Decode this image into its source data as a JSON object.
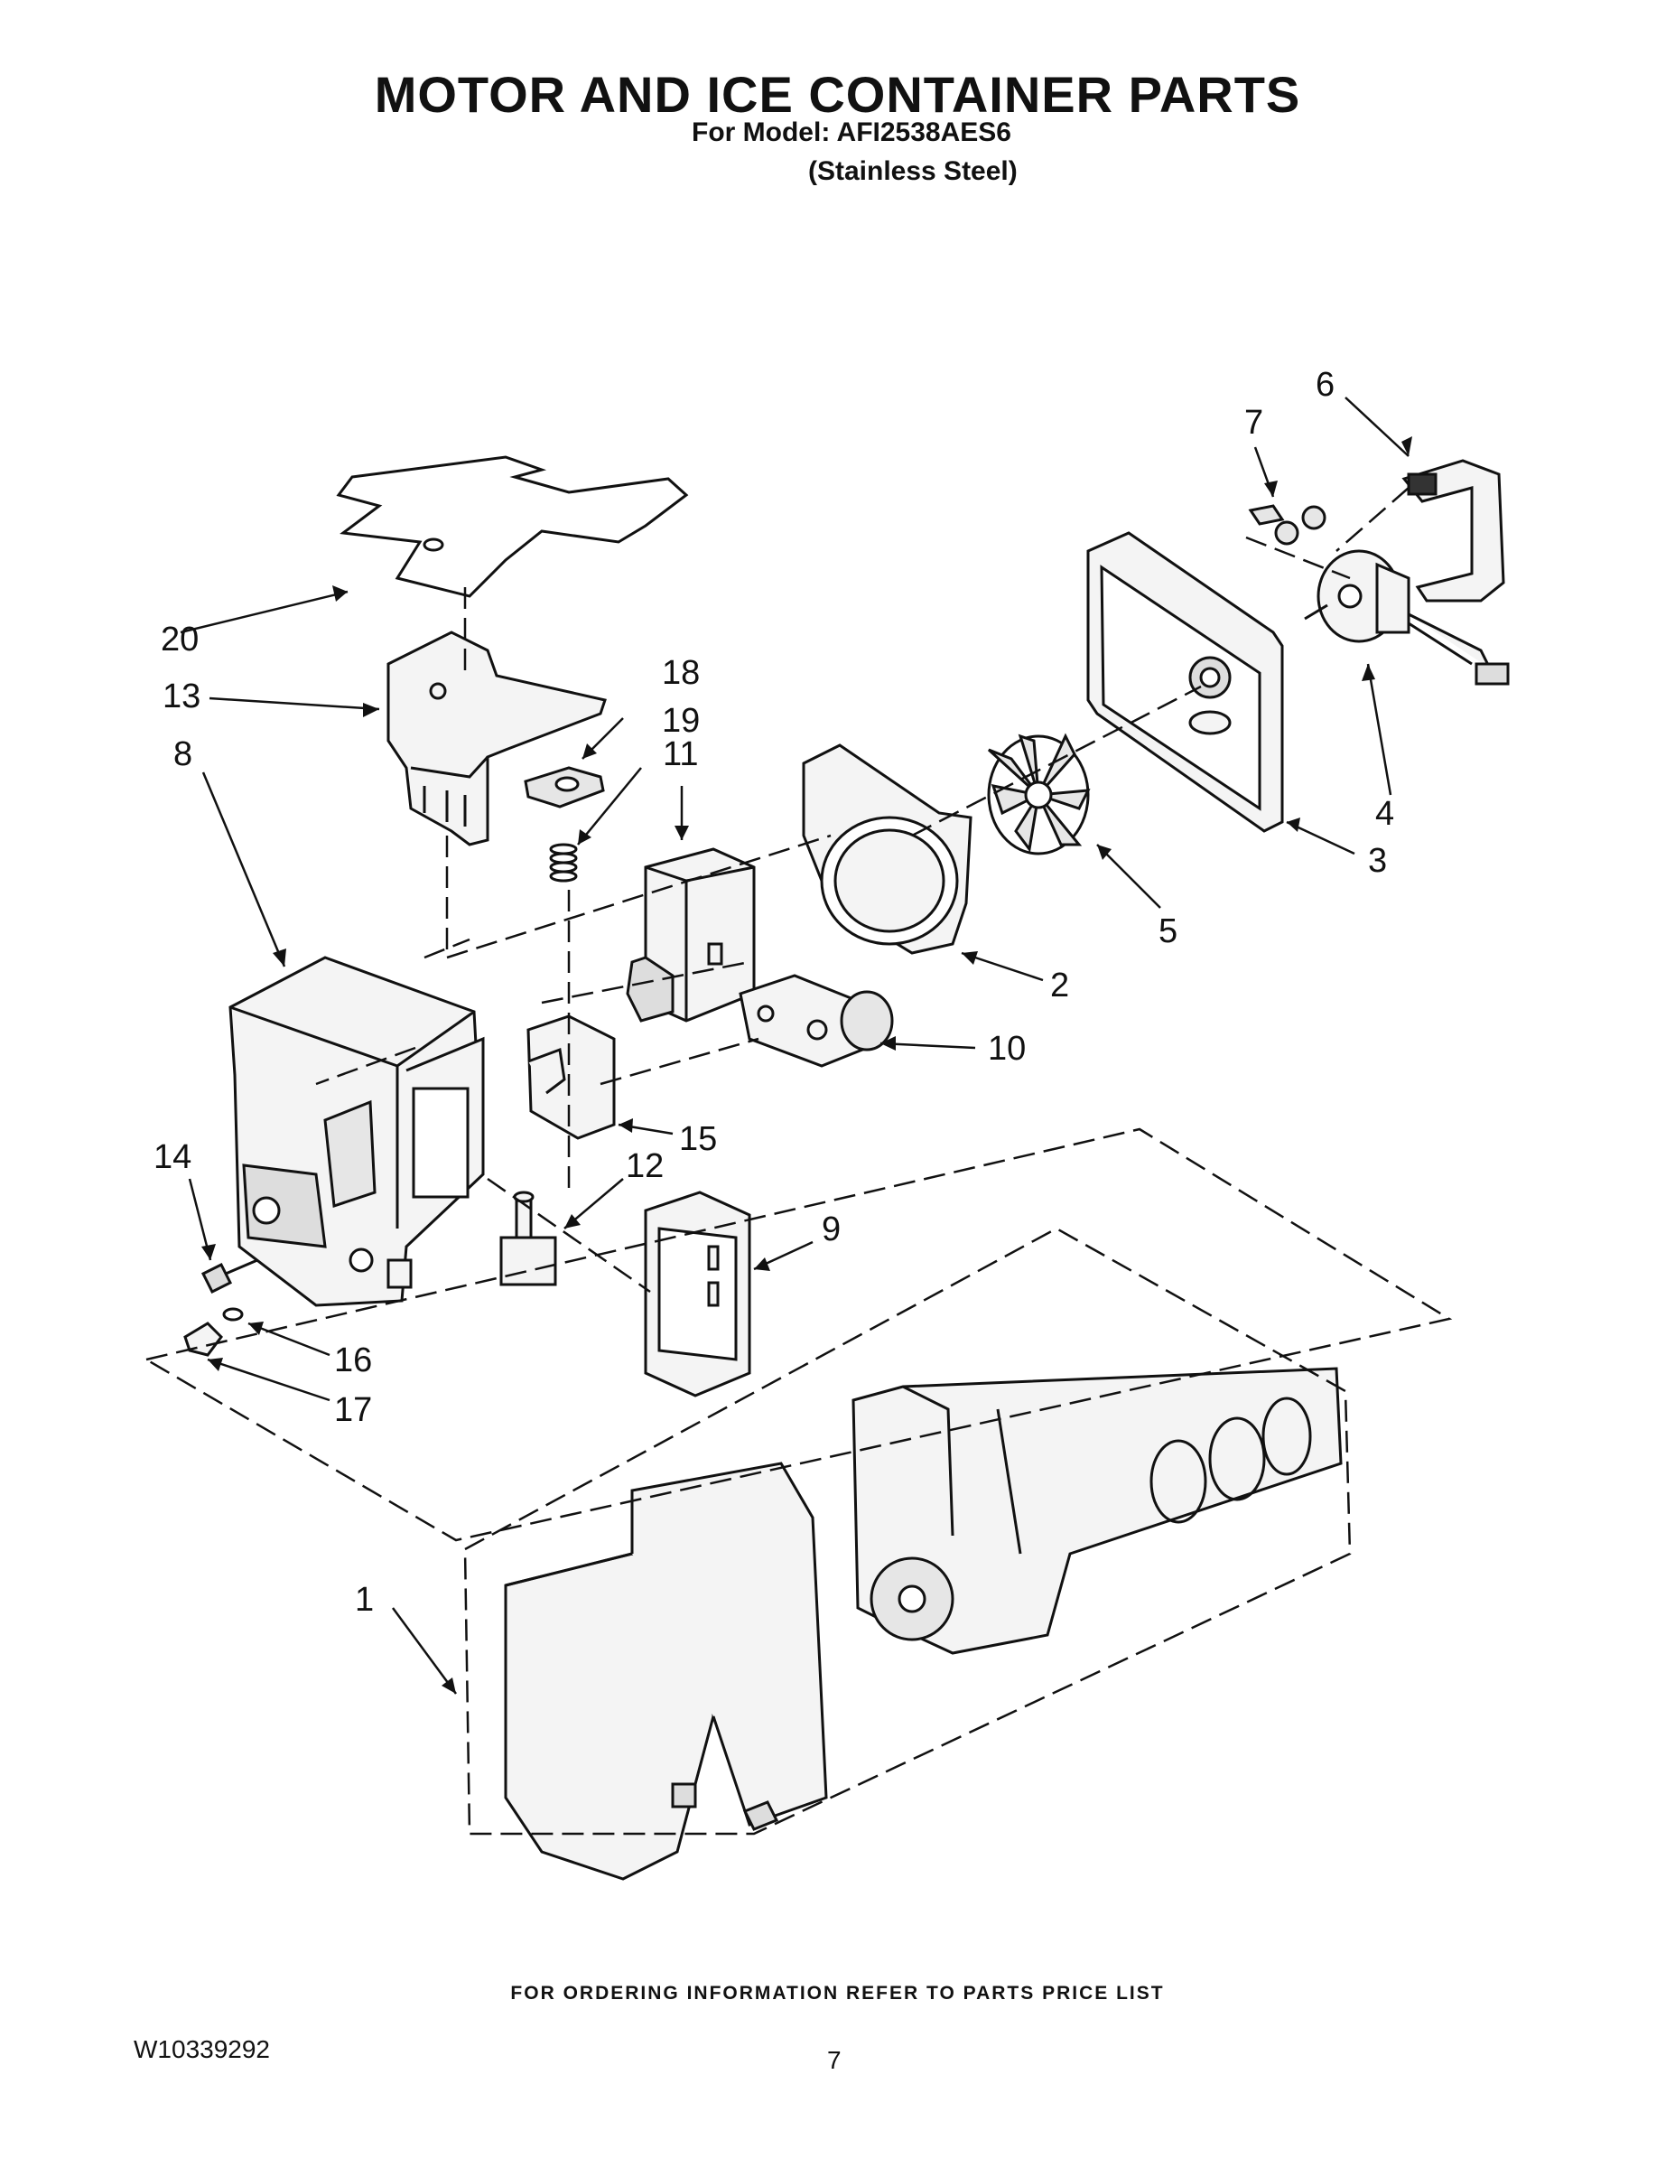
{
  "header": {
    "title": "MOTOR AND ICE CONTAINER PARTS",
    "model_line": "For Model: AFI2538AES6",
    "finish_line": "(Stainless Steel)"
  },
  "footer": {
    "ordering_note": "FOR ORDERING INFORMATION REFER TO PARTS PRICE LIST",
    "document_number": "W10339292",
    "page_number": "7"
  },
  "callouts": [
    "1",
    "2",
    "3",
    "4",
    "5",
    "6",
    "7",
    "8",
    "9",
    "10",
    "11",
    "12",
    "13",
    "14",
    "15",
    "16",
    "17",
    "18",
    "19",
    "20"
  ],
  "colors": {
    "line": "#111111",
    "part_fill": "#f4f4f4",
    "shade": "#d9d9d9"
  }
}
